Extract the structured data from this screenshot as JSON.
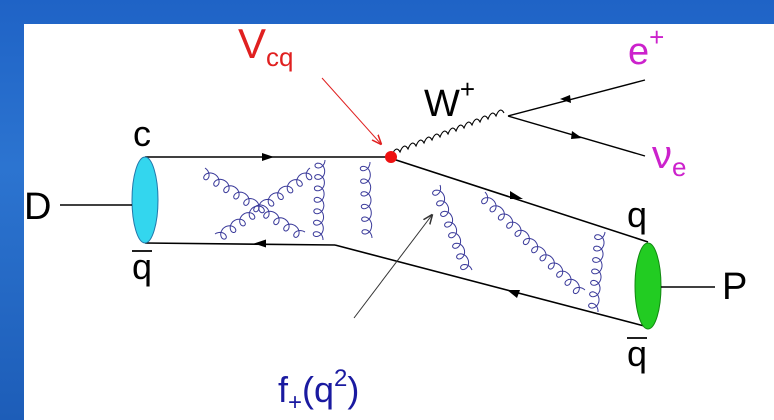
{
  "colors": {
    "background": "#2a6cc4",
    "panel": "#ffffff",
    "vertex_label": "#e02020",
    "lepton_label": "#cc22cc",
    "form_factor_label": "#1a1aa0",
    "gluon": "#3a3a9a",
    "meson_D": "#33d6ee",
    "meson_P": "#22cc22",
    "vertex_dot": "#ee1111"
  },
  "labels": {
    "vertex": "V",
    "vertex_sub": "cq",
    "boson": "W",
    "boson_sup": "+",
    "positron": "e",
    "positron_sup": "+",
    "neutrino": "ν",
    "neutrino_sub": "e",
    "initial_meson": "D",
    "final_meson": "P",
    "charm_quark": "c",
    "initial_antiquark": "q",
    "final_quark": "q",
    "final_antiquark": "q",
    "form_factor_f": "f",
    "form_factor_sub": "+",
    "form_factor_open": "(q",
    "form_factor_sup": "2",
    "form_factor_close": ")"
  }
}
